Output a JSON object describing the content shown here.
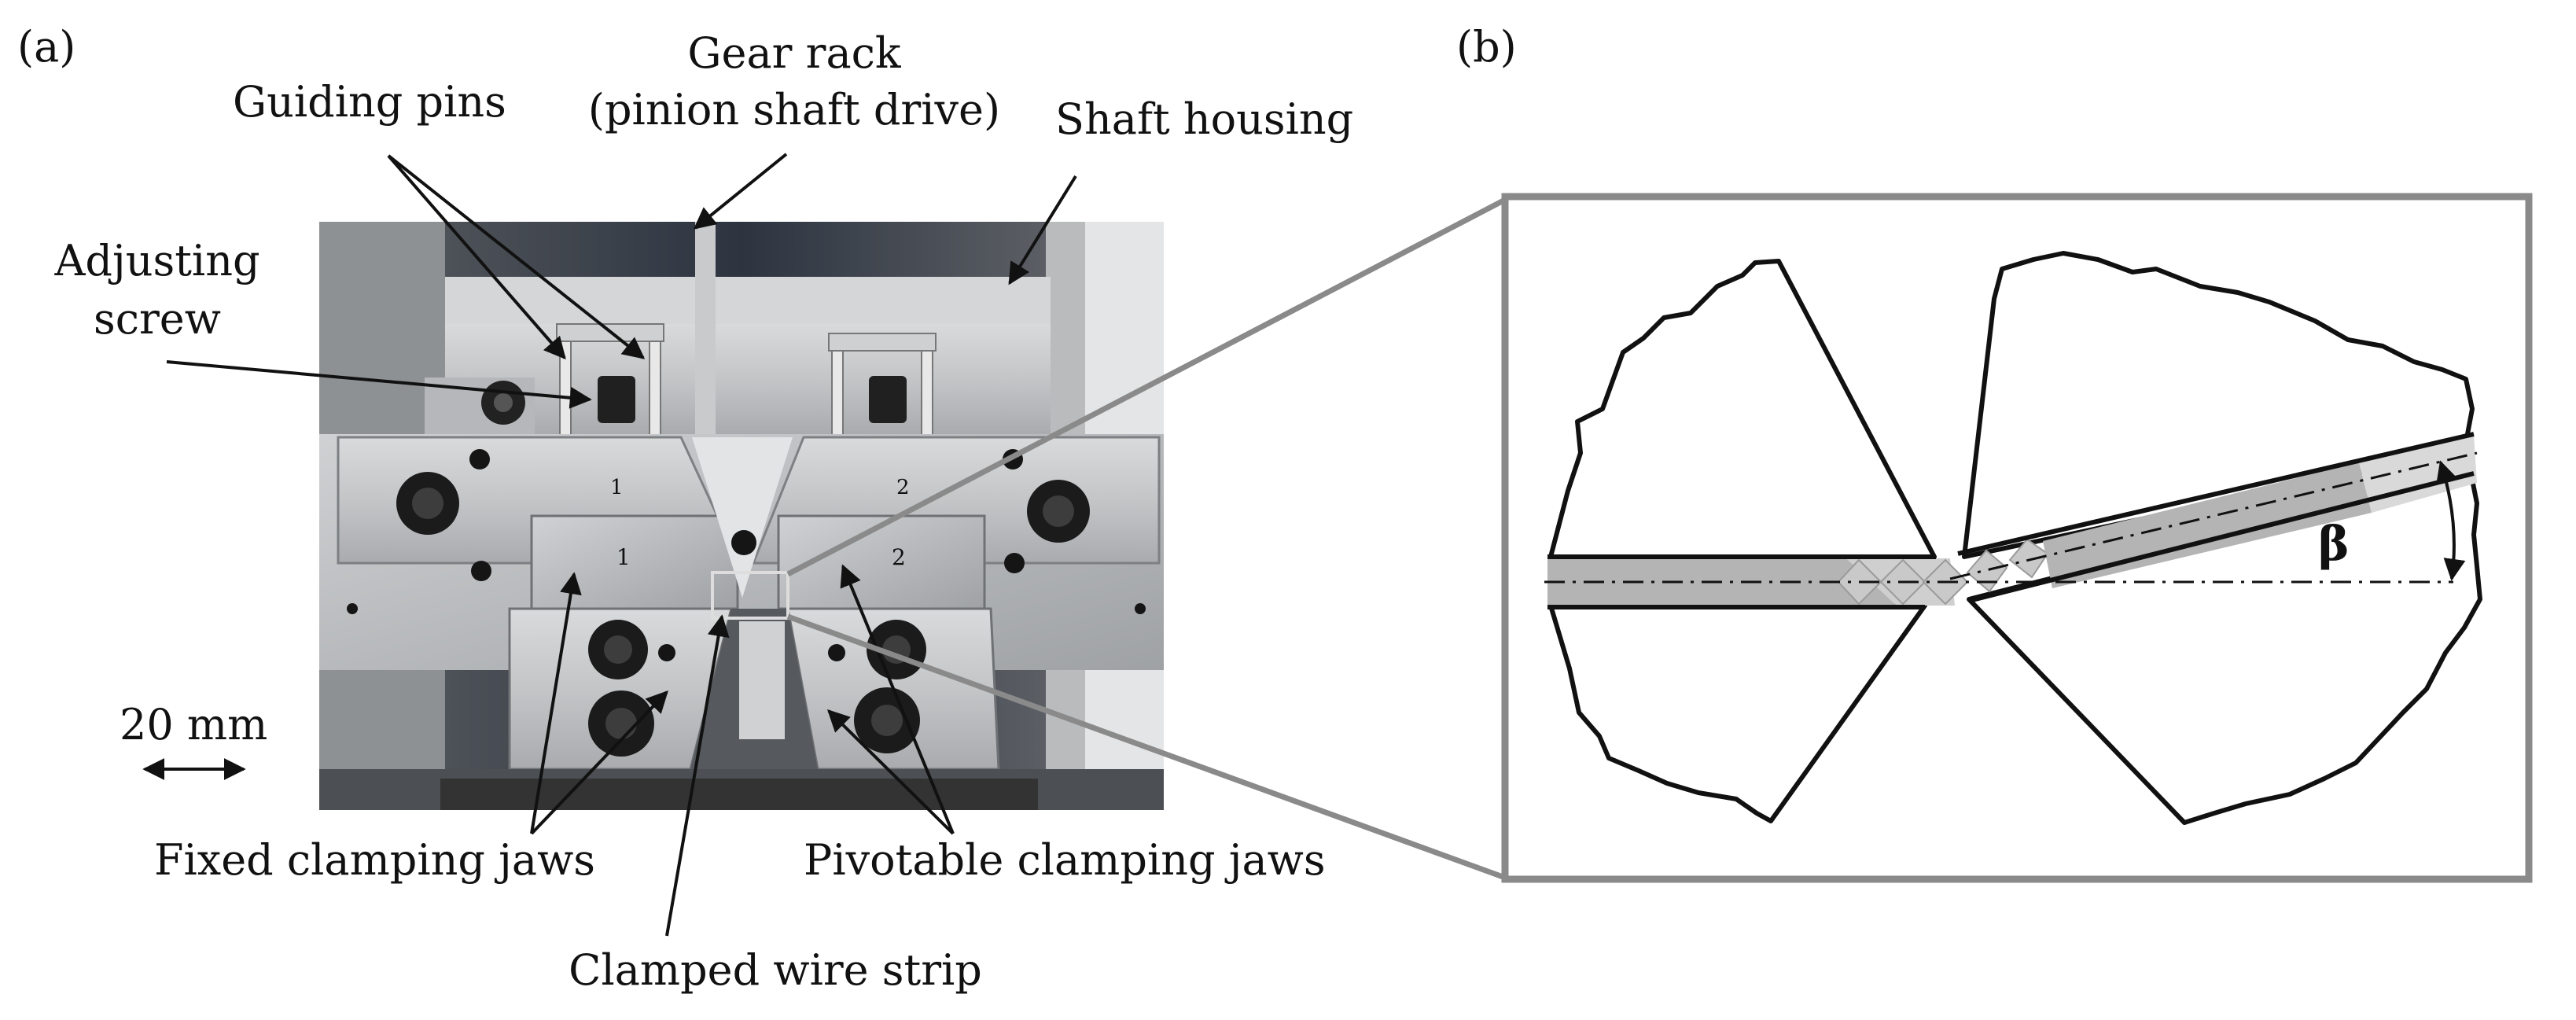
{
  "panel_a": {
    "label": "(a)",
    "callouts": {
      "gear_rack": [
        "Gear rack",
        "(pinion shaft drive)"
      ],
      "guiding_pins": "Guiding pins",
      "shaft_housing": "Shaft housing",
      "adjusting_screw": [
        "Adjusting",
        "screw"
      ],
      "scale_bar": "20 mm",
      "fixed_clamping_jaws": "Fixed clamping jaws",
      "clamped_wire_strip": "Clamped wire strip",
      "pivotable_clamping_jaws": "Pivotable clamping jaws"
    },
    "jaw_marks": [
      "1",
      "2",
      "1",
      "2"
    ]
  },
  "panel_b": {
    "label": "(b)",
    "angle_symbol": "β"
  },
  "colors": {
    "frame_border": "#8a8a8a",
    "strip_fill": "#b4b4b4",
    "outline": "#111111"
  }
}
